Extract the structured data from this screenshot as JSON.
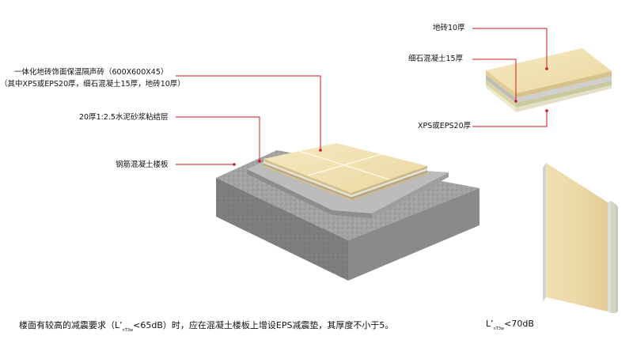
{
  "labels": {
    "composite_tile_line1": "一体化地砖饰面保温隔声砖（600X600X45）",
    "composite_tile_line2": "（其中XPS或EPS20厚，细石混凝土15厚，地砖10厚）",
    "mortar_layer": "20厚1:2.5水泥砂浆粘结层",
    "concrete_slab": "钢筋混凝土楼板",
    "floor_tile": "地砖10厚",
    "fine_concrete": "细石混凝土15厚",
    "insulation": "XPS或EPS20厚"
  },
  "caption": {
    "before": "楼面有较高的减震要求（L’",
    "subscript": "nT3w",
    "after": "<65dB）时，应在混凝土楼板上增设EPS减震垫，其厚度不小于5。"
  },
  "rating": {
    "prefix": "L’",
    "subscript": "nT3w",
    "suffix": "<70dB"
  },
  "colors": {
    "leader_line": "#d8141e",
    "tile_face": "#f1e2b4",
    "concrete_top": "#9a9a9a",
    "concrete_side": "#7c7c7c"
  }
}
